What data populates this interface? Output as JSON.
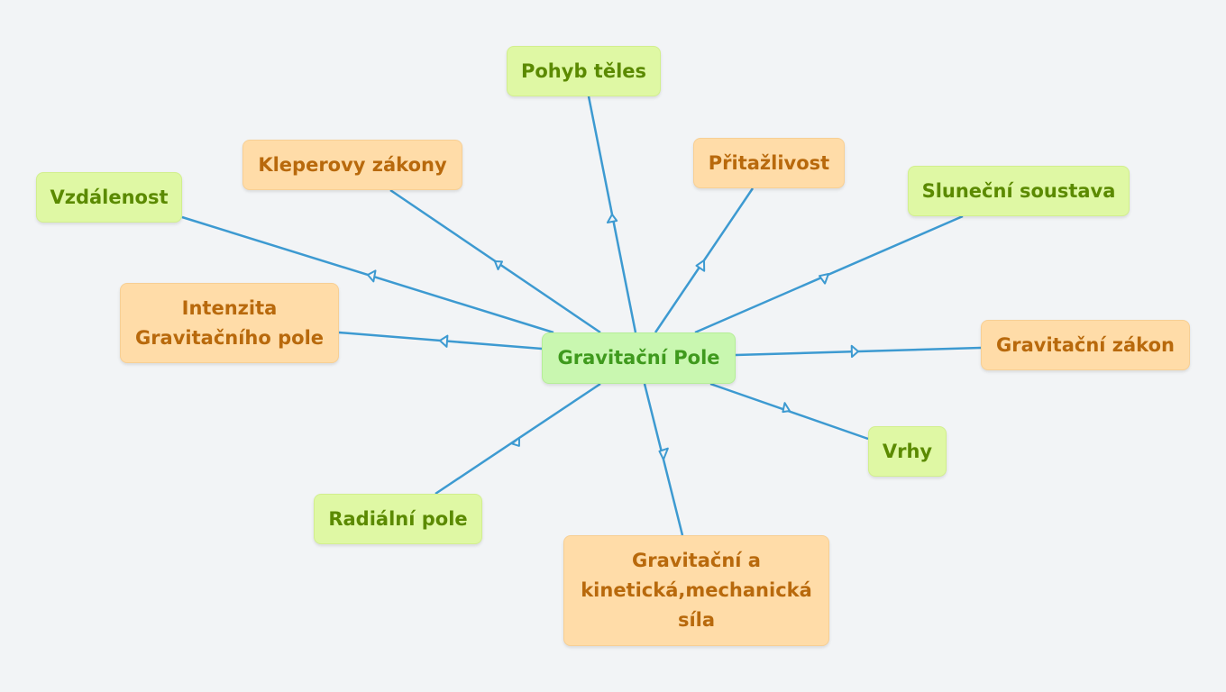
{
  "diagram": {
    "type": "mind-map",
    "colors": {
      "background": "#f2f4f6",
      "connector": "#3d9ad1",
      "root_fill": "#c9f7b0",
      "root_text": "#3f9a1d",
      "green_fill": "#dff8a4",
      "green_text": "#5b8a00",
      "orange_fill": "#ffdca8",
      "orange_text": "#b8690c"
    },
    "root": {
      "id": "n-root",
      "label": "Gravitační Pole"
    },
    "nodes": [
      {
        "id": "n-pohyb",
        "label": "Pohyb těles",
        "style": "green"
      },
      {
        "id": "n-pritaz",
        "label": "Přitažlivost",
        "style": "orange"
      },
      {
        "id": "n-slunec",
        "label": "Sluneční soustava",
        "style": "green"
      },
      {
        "id": "n-zakon",
        "label": "Gravitační zákon",
        "style": "orange"
      },
      {
        "id": "n-vrhy",
        "label": "Vrhy",
        "style": "green"
      },
      {
        "id": "n-kinet",
        "label_lines": [
          "Gravitační a",
          "kinetická,mechanická",
          "síla"
        ],
        "style": "orange"
      },
      {
        "id": "n-radial",
        "label": "Radiální pole",
        "style": "green"
      },
      {
        "id": "n-intenz",
        "label_lines": [
          "Intenzita",
          "Gravitačního pole"
        ],
        "style": "orange"
      },
      {
        "id": "n-vzdal",
        "label": "Vzdálenost",
        "style": "green"
      },
      {
        "id": "n-kleper",
        "label": "Kleperovy zákony",
        "style": "orange"
      }
    ]
  }
}
